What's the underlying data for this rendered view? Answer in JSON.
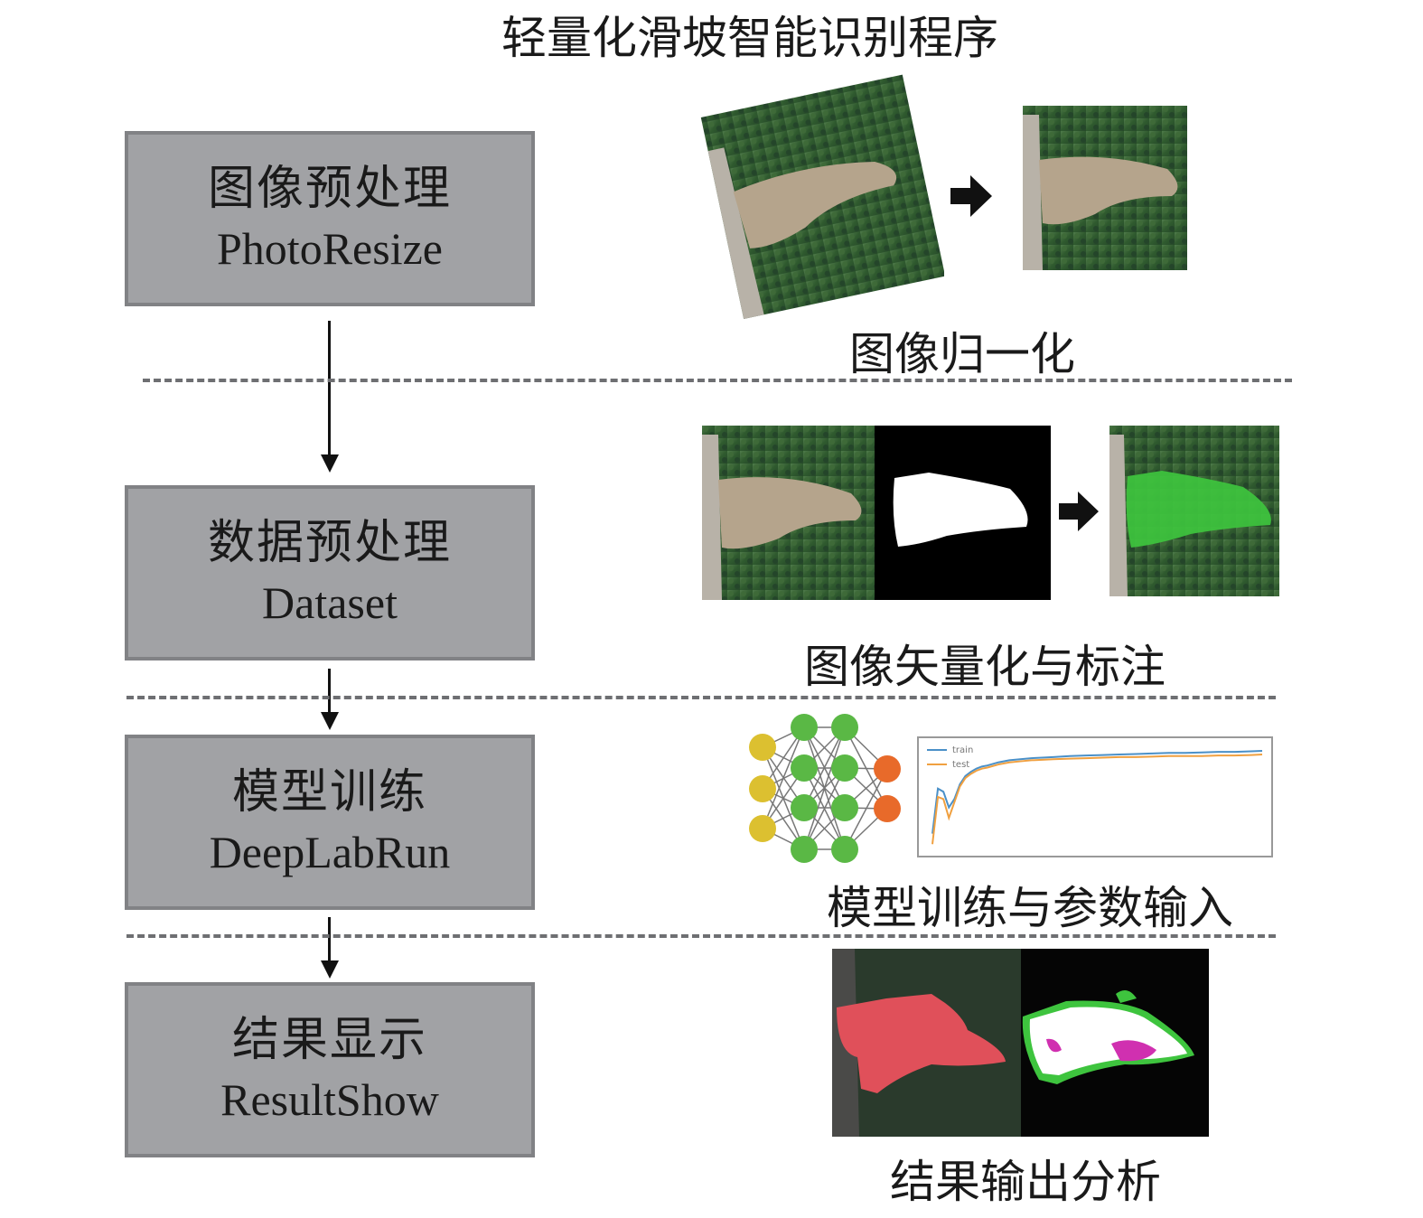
{
  "title": "轻量化滑坡智能识别程序",
  "steps": [
    {
      "cn": "图像预处理",
      "en": "PhotoResize",
      "caption": "图像归一化"
    },
    {
      "cn": "数据预处理",
      "en": "Dataset",
      "caption": "图像矢量化与标注"
    },
    {
      "cn": "模型训练",
      "en": "DeepLabRun",
      "caption": "模型训练与参数输入"
    },
    {
      "cn": "结果显示",
      "en": "ResultShow",
      "caption": "结果输出分析"
    }
  ],
  "colors": {
    "box_fill": "#a1a2a5",
    "box_border": "#818285",
    "train": "#4a90c8",
    "test": "#f0a040",
    "overlay_green": "#3ec43e",
    "overlay_red": "#e0505a",
    "nn_input": "#dcc030",
    "nn_hidden": "#5ab845",
    "nn_output": "#e86a2a"
  },
  "chart_data": {
    "type": "line",
    "legend": [
      "train",
      "test"
    ],
    "legend_position": "top-left",
    "x": [
      0,
      1,
      2,
      3,
      4,
      5,
      6,
      7,
      8,
      9,
      10,
      12,
      14,
      16,
      18,
      20,
      22,
      25,
      28,
      31,
      34,
      37,
      40,
      43,
      46,
      49,
      52,
      55,
      58,
      60
    ],
    "series": [
      {
        "name": "train",
        "values": [
          0.15,
          0.58,
          0.55,
          0.4,
          0.48,
          0.62,
          0.7,
          0.74,
          0.77,
          0.79,
          0.8,
          0.83,
          0.85,
          0.86,
          0.87,
          0.875,
          0.88,
          0.89,
          0.895,
          0.9,
          0.905,
          0.91,
          0.915,
          0.92,
          0.92,
          0.925,
          0.93,
          0.93,
          0.935,
          0.94
        ]
      },
      {
        "name": "test",
        "values": [
          0.05,
          0.5,
          0.48,
          0.3,
          0.45,
          0.6,
          0.68,
          0.72,
          0.75,
          0.77,
          0.78,
          0.81,
          0.83,
          0.84,
          0.85,
          0.855,
          0.86,
          0.865,
          0.87,
          0.875,
          0.88,
          0.88,
          0.885,
          0.89,
          0.89,
          0.89,
          0.895,
          0.895,
          0.9,
          0.905
        ]
      }
    ],
    "ylim": [
      0,
      1
    ],
    "xlim": [
      0,
      60
    ]
  }
}
